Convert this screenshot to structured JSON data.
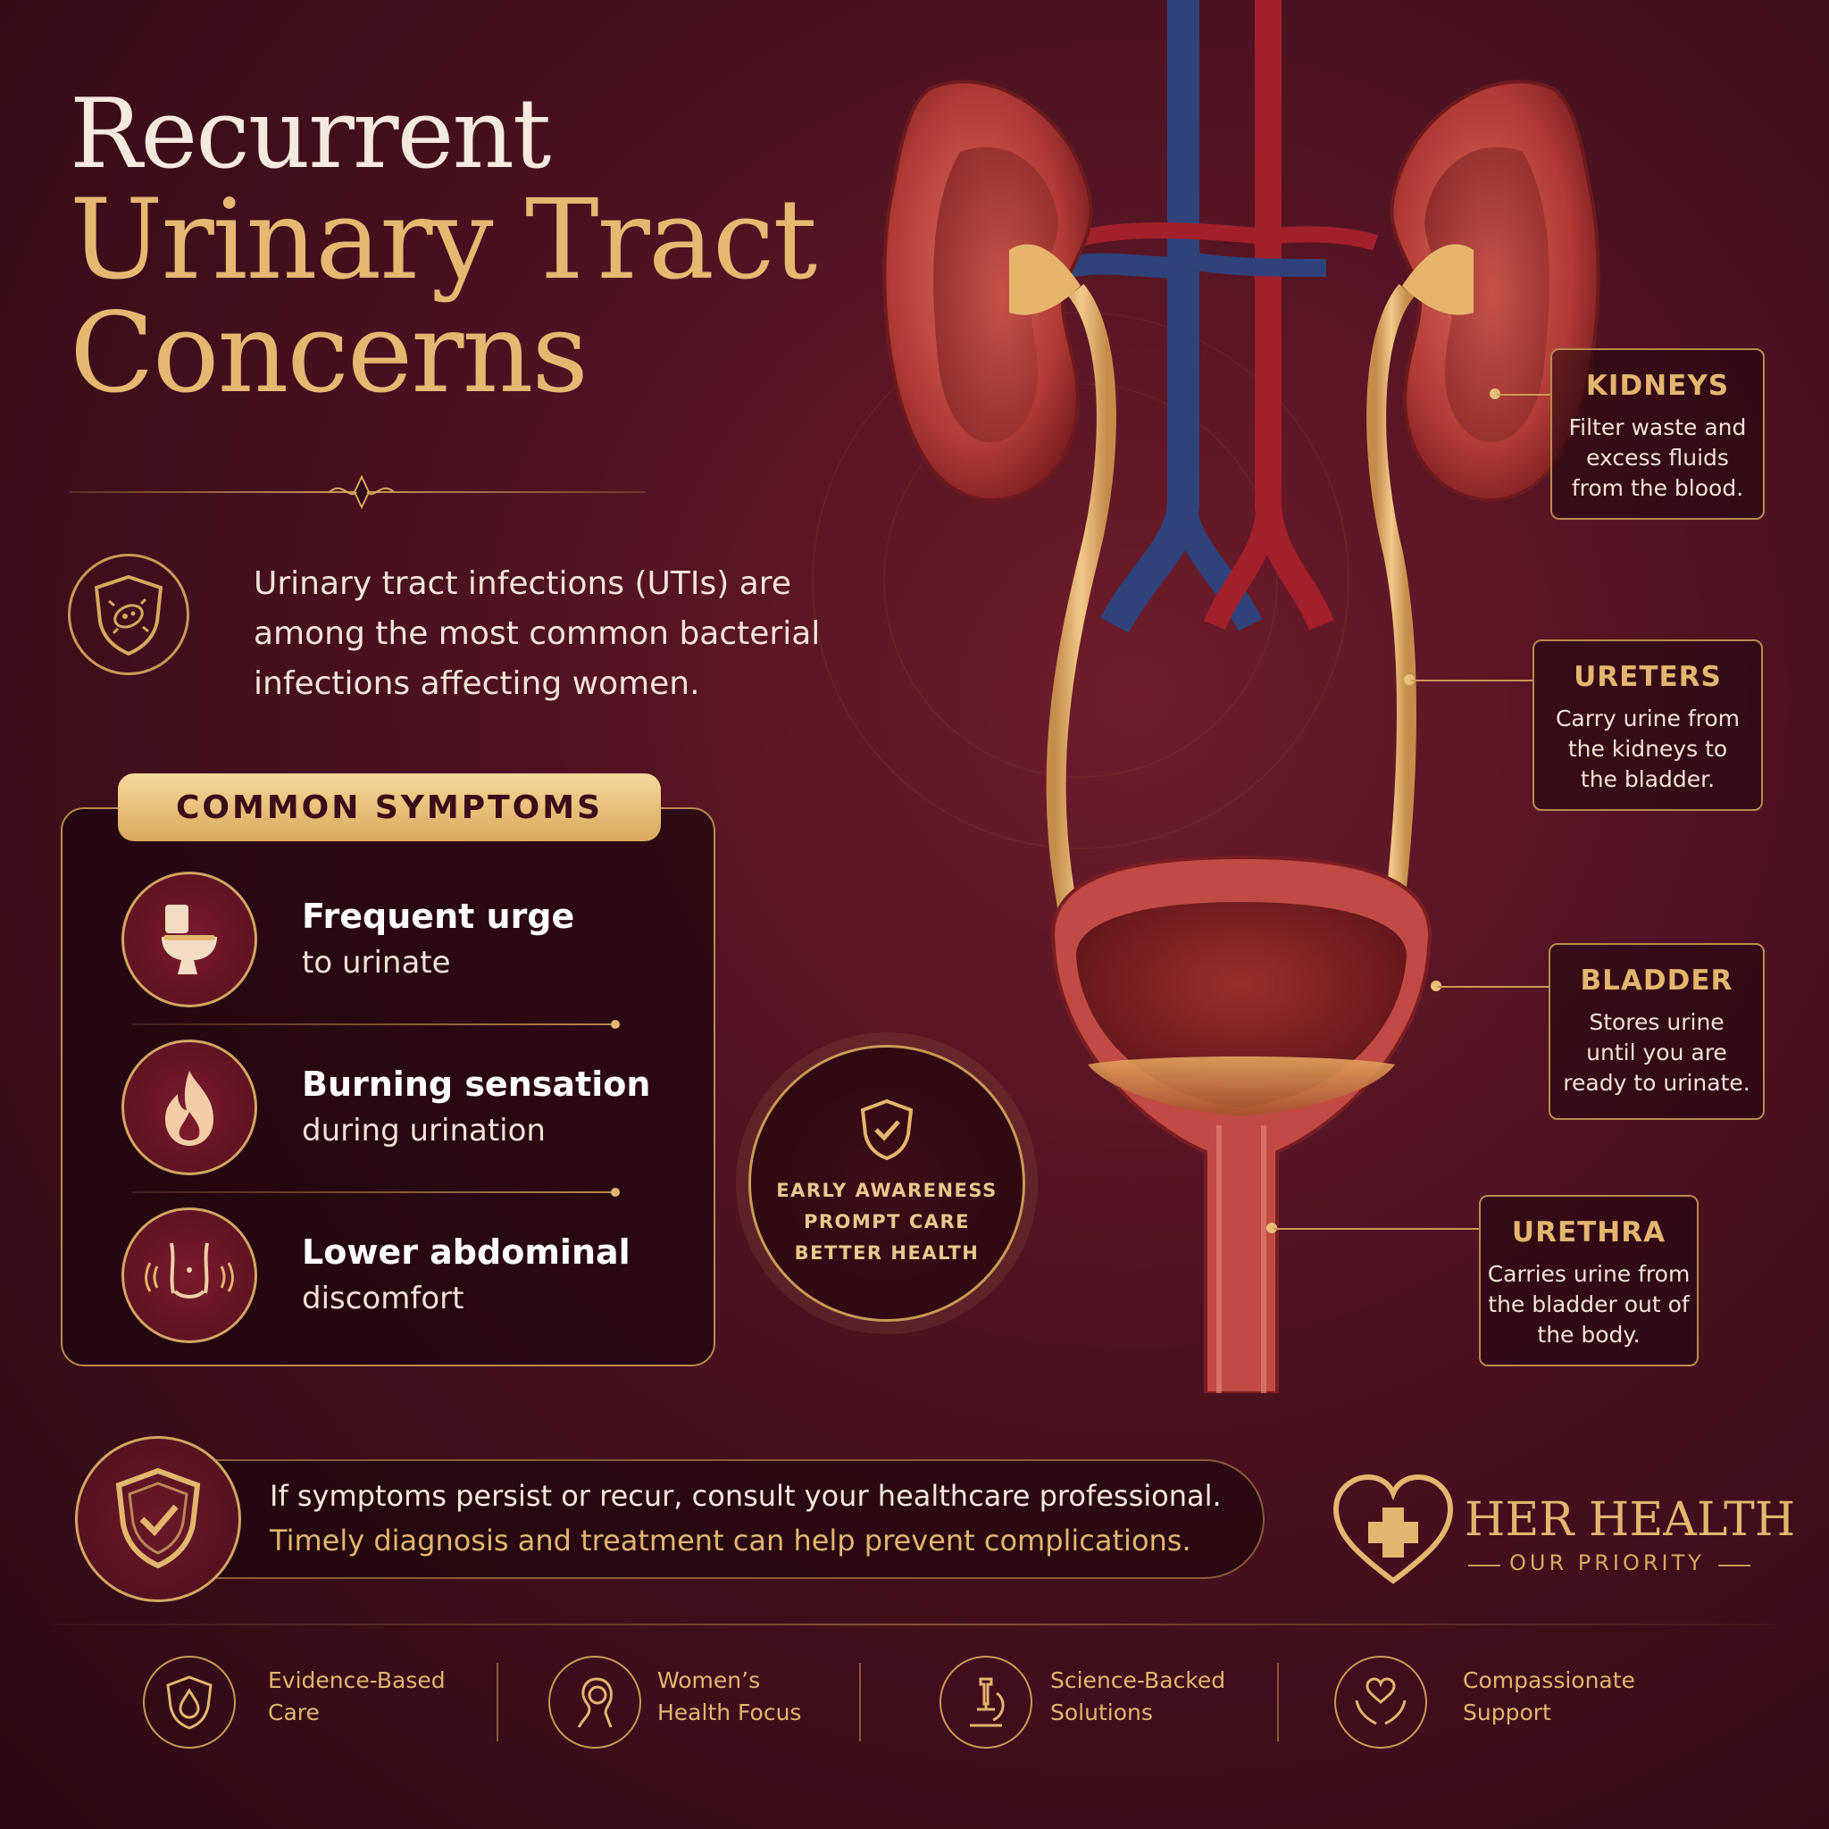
{
  "title": {
    "line1": "Recurrent",
    "line2": "Urinary Tract",
    "line3": "Concerns"
  },
  "intro": {
    "text": "Urinary tract infections (UTIs) are among the most common bacterial infections affecting women."
  },
  "symptoms": {
    "heading": "COMMON SYMPTOMS",
    "items": [
      {
        "title": "Frequent urge",
        "subtitle": "to urinate",
        "icon": "toilet-icon"
      },
      {
        "title": "Burning sensation",
        "subtitle": "during urination",
        "icon": "flame-icon"
      },
      {
        "title": "Lower abdominal",
        "subtitle": "discomfort",
        "icon": "abdomen-icon"
      }
    ]
  },
  "badge": {
    "line1": "EARLY AWARENESS",
    "line2": "PROMPT CARE",
    "line3": "BETTER HEALTH"
  },
  "anatomy": {
    "kidneys": {
      "title": "KIDNEYS",
      "desc1": "Filter waste and",
      "desc2": "excess fluids",
      "desc3": "from the blood."
    },
    "ureters": {
      "title": "URETERS",
      "desc1": "Carry urine from",
      "desc2": "the kidneys to",
      "desc3": "the bladder."
    },
    "bladder": {
      "title": "BLADDER",
      "desc1": "Stores urine",
      "desc2": "until you are",
      "desc3": "ready to urinate."
    },
    "urethra": {
      "title": "URETHRA",
      "desc1": "Carries urine from",
      "desc2": "the bladder out of",
      "desc3": "the body."
    }
  },
  "cta": {
    "line1": "If symptoms persist or recur, consult your healthcare professional.",
    "line2": "Timely diagnosis and treatment can help prevent complications."
  },
  "brand": {
    "name": "HER HEALTH",
    "tagline": "OUR PRIORITY"
  },
  "features": [
    {
      "line1": "Evidence-Based",
      "line2": "Care",
      "icon": "shield-drop-icon"
    },
    {
      "line1": "Women’s",
      "line2": "Health Focus",
      "icon": "woman-profile-icon"
    },
    {
      "line1": "Science-Backed",
      "line2": "Solutions",
      "icon": "microscope-icon"
    },
    {
      "line1": "Compassionate",
      "line2": "Support",
      "icon": "heart-hands-icon"
    }
  ],
  "colors": {
    "accent_gold": "#e3b66f",
    "background": "#4a1120",
    "kidney": "#c4483f",
    "vein": "#3a4f8a",
    "artery": "#b0202c"
  }
}
